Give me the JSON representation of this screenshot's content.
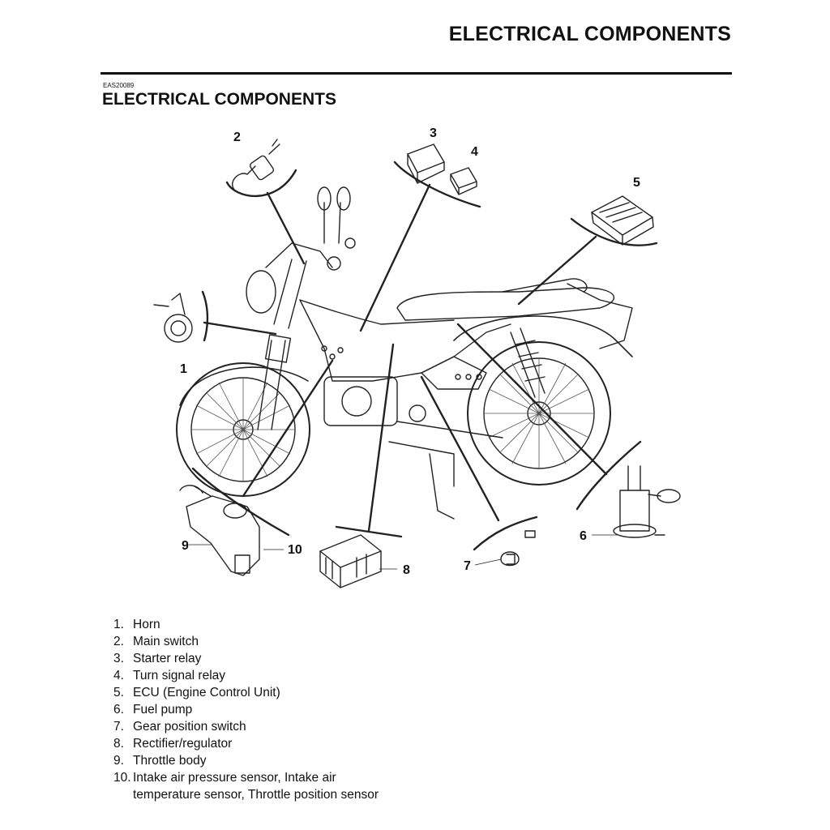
{
  "page": {
    "running_header": "ELECTRICAL COMPONENTS",
    "section_code": "EAS20089",
    "section_title": "ELECTRICAL COMPONENTS"
  },
  "diagram": {
    "callouts": [
      "1",
      "2",
      "3",
      "4",
      "5",
      "6",
      "7",
      "8",
      "9",
      "10"
    ]
  },
  "legend": [
    {
      "num": "1.",
      "text": "Horn"
    },
    {
      "num": "2.",
      "text": "Main switch"
    },
    {
      "num": "3.",
      "text": "Starter relay"
    },
    {
      "num": "4.",
      "text": "Turn signal relay"
    },
    {
      "num": "5.",
      "text": "ECU (Engine Control Unit)"
    },
    {
      "num": "6.",
      "text": "Fuel pump"
    },
    {
      "num": "7.",
      "text": "Gear position switch"
    },
    {
      "num": "8.",
      "text": "Rectifier/regulator"
    },
    {
      "num": "9.",
      "text": "Throttle body"
    },
    {
      "num": "10.",
      "text": "Intake air pressure sensor, Intake air\ntemperature sensor, Throttle position sensor"
    }
  ]
}
